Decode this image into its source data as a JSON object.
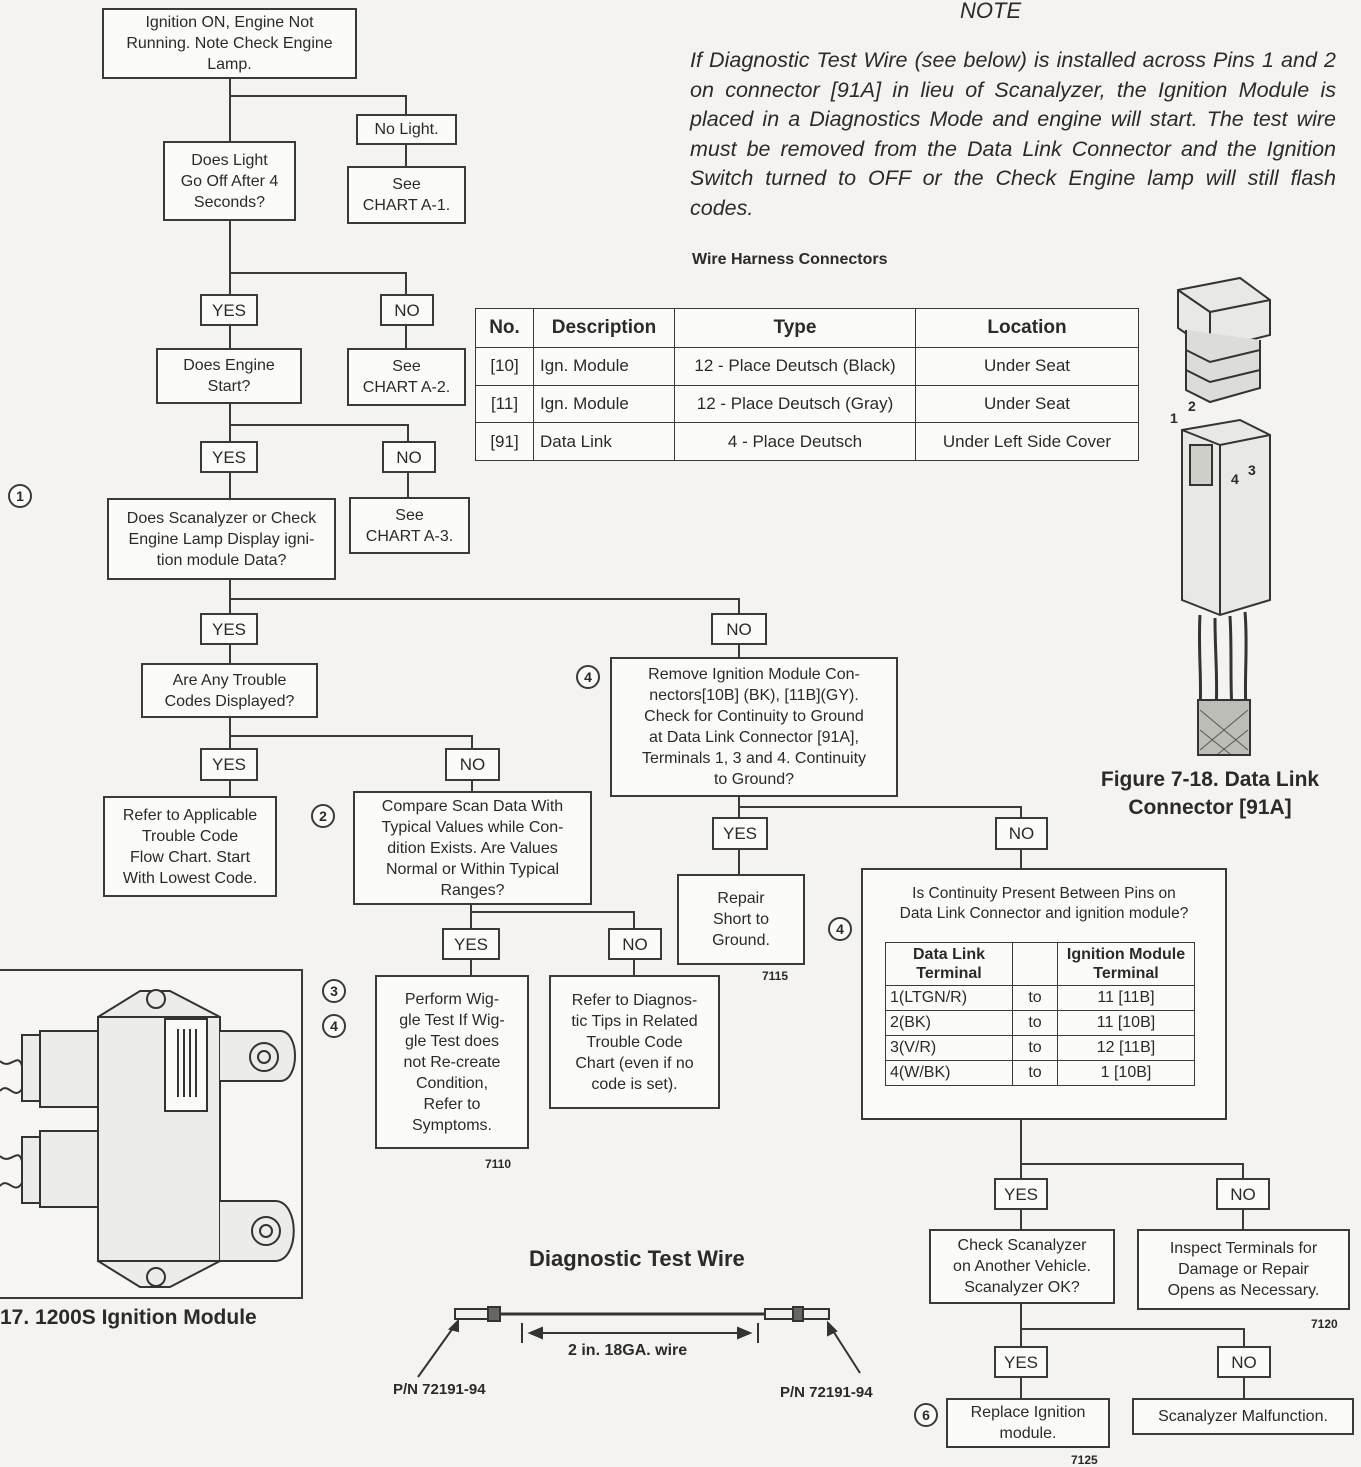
{
  "note": {
    "title": "NOTE",
    "text": "If Diagnostic Test Wire (see below) is installed across Pins 1 and 2 on connector [91A] in lieu of Scanalyzer, the Ignition Module is placed in a Diagnostics Mode and engine will start. The test wire must be removed from the Data Link Connector and the Ignition Switch turned to OFF or the Check Engine lamp will still flash codes."
  },
  "flowchart": {
    "start": "Ignition ON, Engine Not\nRunning. Note Check Engine\nLamp.",
    "no_light": "No Light.",
    "see_a1": "See\nCHART A-1.",
    "light_off": "Does Light\nGo Off After 4\nSeconds?",
    "yes1": "YES",
    "no1": "NO",
    "engine_start": "Does Engine\nStart?",
    "see_a2": "See\nCHART A-2.",
    "yes2": "YES",
    "no2": "NO",
    "see_a3": "See\nCHART A-3.",
    "scan_display": "Does Scanalyzer or Check\nEngine Lamp Display igni-\ntion module Data?",
    "yes3": "YES",
    "no3": "NO",
    "trouble_codes": "Are Any Trouble\nCodes Displayed?",
    "remove_conn": "Remove Ignition Module Con-\nnectors[10B] (BK), [11B](GY).\nCheck for Continuity to Ground\nat Data Link Connector [91A],\nTerminals 1, 3 and 4. Continuity\nto Ground?",
    "yes4": "YES",
    "no4": "NO",
    "refer_trouble": "Refer to Applicable\nTrouble Code\nFlow Chart. Start\nWith Lowest Code.",
    "compare_scan": "Compare Scan Data With\nTypical Values while Con-\ndition Exists. Are Values\nNormal or Within Typical\nRanges?",
    "yes5": "YES",
    "no5": "NO",
    "repair_short": "Repair\nShort to\nGround.",
    "code_7115": "7115",
    "continuity_q": "Is Continuity Present Between Pins on\nData Link Connector and ignition module?",
    "yes6": "YES",
    "no6": "NO",
    "wiggle": "Perform Wig-\ngle Test If Wig-\ngle Test does\nnot Re-create\nCondition,\nRefer to\nSymptoms.",
    "diag_tips": "Refer to Diagnos-\ntic Tips in Related\nTrouble Code\nChart (even if no\ncode is set).",
    "code_7110": "7110",
    "yes7": "YES",
    "no7": "NO",
    "check_scan": "Check Scanalyzer\non Another Vehicle.\nScanalyzer OK?",
    "inspect": "Inspect Terminals for\nDamage or Repair\nOpens as Necessary.",
    "code_7120": "7120",
    "yes8": "YES",
    "no8": "NO",
    "replace": "Replace Ignition\nmodule.",
    "scan_malf": "Scanalyzer Malfunction.",
    "code_7125": "7125"
  },
  "markers": [
    "1",
    "2",
    "3",
    "4",
    "4",
    "4",
    "6"
  ],
  "wire_harness": {
    "title": "Wire Harness Connectors",
    "headers": [
      "No.",
      "Description",
      "Type",
      "Location"
    ],
    "rows": [
      [
        "[10]",
        "Ign. Module",
        "12 - Place Deutsch (Black)",
        "Under Seat"
      ],
      [
        "[11]",
        "Ign. Module",
        "12 - Place Deutsch (Gray)",
        "Under Seat"
      ],
      [
        "[91]",
        "Data Link",
        "4 - Place Deutsch",
        "Under Left Side Cover"
      ]
    ]
  },
  "pin_table": {
    "headers": [
      "Data Link\nTerminal",
      "",
      "Ignition Module\nTerminal"
    ],
    "rows": [
      [
        "1(LTGN/R)",
        "to",
        "11 [11B]"
      ],
      [
        "2(BK)",
        "to",
        "11 [10B]"
      ],
      [
        "3(V/R)",
        "to",
        "12 [11B]"
      ],
      [
        "4(W/BK)",
        "to",
        "1 [10B]"
      ]
    ]
  },
  "connector": {
    "pins": [
      "1",
      "2",
      "4",
      "3"
    ],
    "caption": "Figure 7-18. Data Link\nConnector [91A]"
  },
  "ign_module_caption": "17. 1200S Ignition Module",
  "test_wire": {
    "title": "Diagnostic Test Wire",
    "length": "2 in. 18GA. wire",
    "pn_left": "P/N 72191-94",
    "pn_right": "P/N 72191-94"
  }
}
